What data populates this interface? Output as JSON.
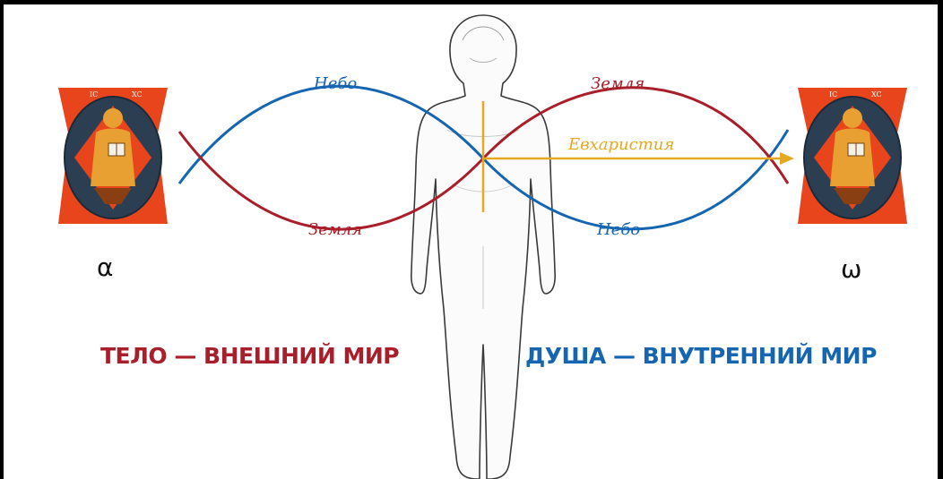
{
  "labels": {
    "sky_top": "Небо",
    "earth_top": "Земля",
    "eucharist": "Евхаристия",
    "earth_bottom": "Земля",
    "sky_bottom": "Небо",
    "alpha": "α",
    "omega": "ω"
  },
  "captions": {
    "body": "ТЕЛО — ВНЕШНИЙ МИР",
    "soul": "ДУША — ВНУТРЕННИЙ МИР"
  },
  "icons": {
    "left": "christ-in-majesty-icon",
    "right": "christ-in-majesty-icon",
    "figure": "human-figure-outline"
  },
  "colors": {
    "red": "#a81e2a",
    "blue": "#1565b0",
    "gold": "#e6a820",
    "icon_red": "#e8451c",
    "icon_blue": "#2c3f52",
    "icon_gold": "#e9a032"
  }
}
